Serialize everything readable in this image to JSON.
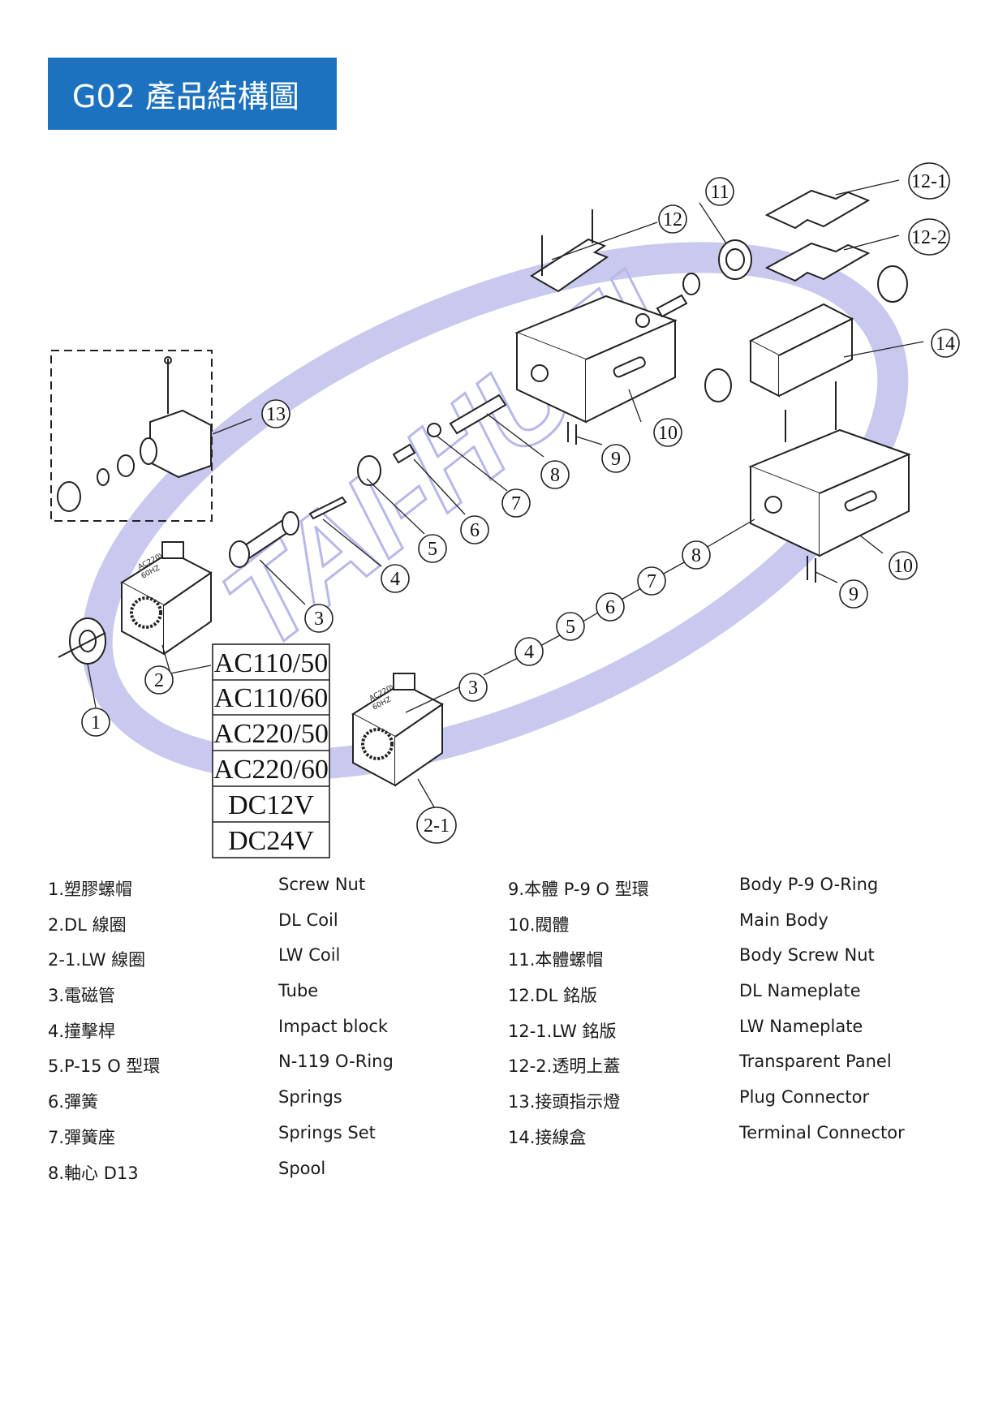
{
  "header": {
    "title": "G02 產品結構圖"
  },
  "watermark": {
    "text": "TAI-HUEI",
    "color": "#c9c8ee"
  },
  "callouts": [
    "1",
    "2",
    "2-1",
    "3",
    "4",
    "5",
    "6",
    "7",
    "8",
    "9",
    "10",
    "11",
    "12",
    "12-1",
    "12-2",
    "13",
    "14"
  ],
  "voltages": [
    "AC110/50",
    "AC110/60",
    "AC220/50",
    "AC220/60",
    "DC12V",
    "DC24V"
  ],
  "coil_labels": {
    "dl_line1": "AC220V",
    "dl_line2": "60HZ",
    "lw_line1": "AC220V",
    "lw_line2": "60HZ"
  },
  "parts_left": [
    {
      "zh": "1.塑膠螺帽",
      "en": "Screw Nut"
    },
    {
      "zh": "2.DL 線圈",
      "en": "DL Coil"
    },
    {
      "zh": "2-1.LW 線圈",
      "en": "LW Coil"
    },
    {
      "zh": "3.電磁管",
      "en": "Tube"
    },
    {
      "zh": "4.撞擊桿",
      "en": "Impact block"
    },
    {
      "zh": "5.P-15 O 型環",
      "en": "N-119 O-Ring"
    },
    {
      "zh": "6.彈簧",
      "en": "Springs"
    },
    {
      "zh": "7.彈簧座",
      "en": "Springs Set"
    },
    {
      "zh": "8.軸心 D13",
      "en": "Spool"
    }
  ],
  "parts_right": [
    {
      "zh": "9.本體 P-9 O 型環",
      "en": "Body P-9 O-Ring"
    },
    {
      "zh": "10.閥體",
      "en": "Main Body"
    },
    {
      "zh": "11.本體螺帽",
      "en": "Body Screw Nut"
    },
    {
      "zh": "12.DL 銘版",
      "en": "DL Nameplate"
    },
    {
      "zh": "12-1.LW 銘版",
      "en": "LW Nameplate"
    },
    {
      "zh": "12-2.透明上蓋",
      "en": "Transparent Panel"
    },
    {
      "zh": "13.接頭指示燈",
      "en": "Plug Connector"
    },
    {
      "zh": "14.接線盒",
      "en": "Terminal Connector"
    }
  ]
}
